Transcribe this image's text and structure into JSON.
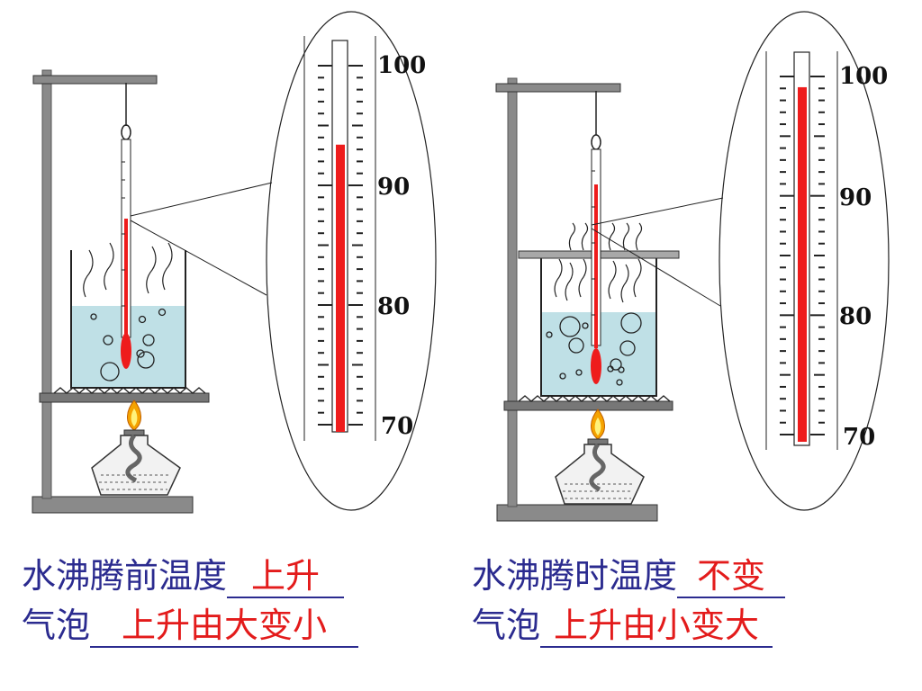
{
  "colors": {
    "water": "#bfe0e6",
    "mercury": "#ee1c1c",
    "stand": "#8a8a8a",
    "caption_text": "#2b2b8f",
    "answer_text": "#e31b1b"
  },
  "left_panel": {
    "scale_labels": [
      "100",
      "90",
      "80",
      "70"
    ],
    "reading_fraction": 0.78,
    "caption_line1_prefix": "水沸腾前温度",
    "caption_line1_answer": "上升",
    "caption_line2_prefix": "气泡",
    "caption_line2_answer": "上升由大变小"
  },
  "right_panel": {
    "scale_labels": [
      "100",
      "90",
      "80",
      "70"
    ],
    "reading_fraction": 0.97,
    "caption_line1_prefix": "水沸腾时温度",
    "caption_line1_answer": "不变",
    "caption_line2_prefix": "气泡",
    "caption_line2_answer": "上升由小变大"
  }
}
